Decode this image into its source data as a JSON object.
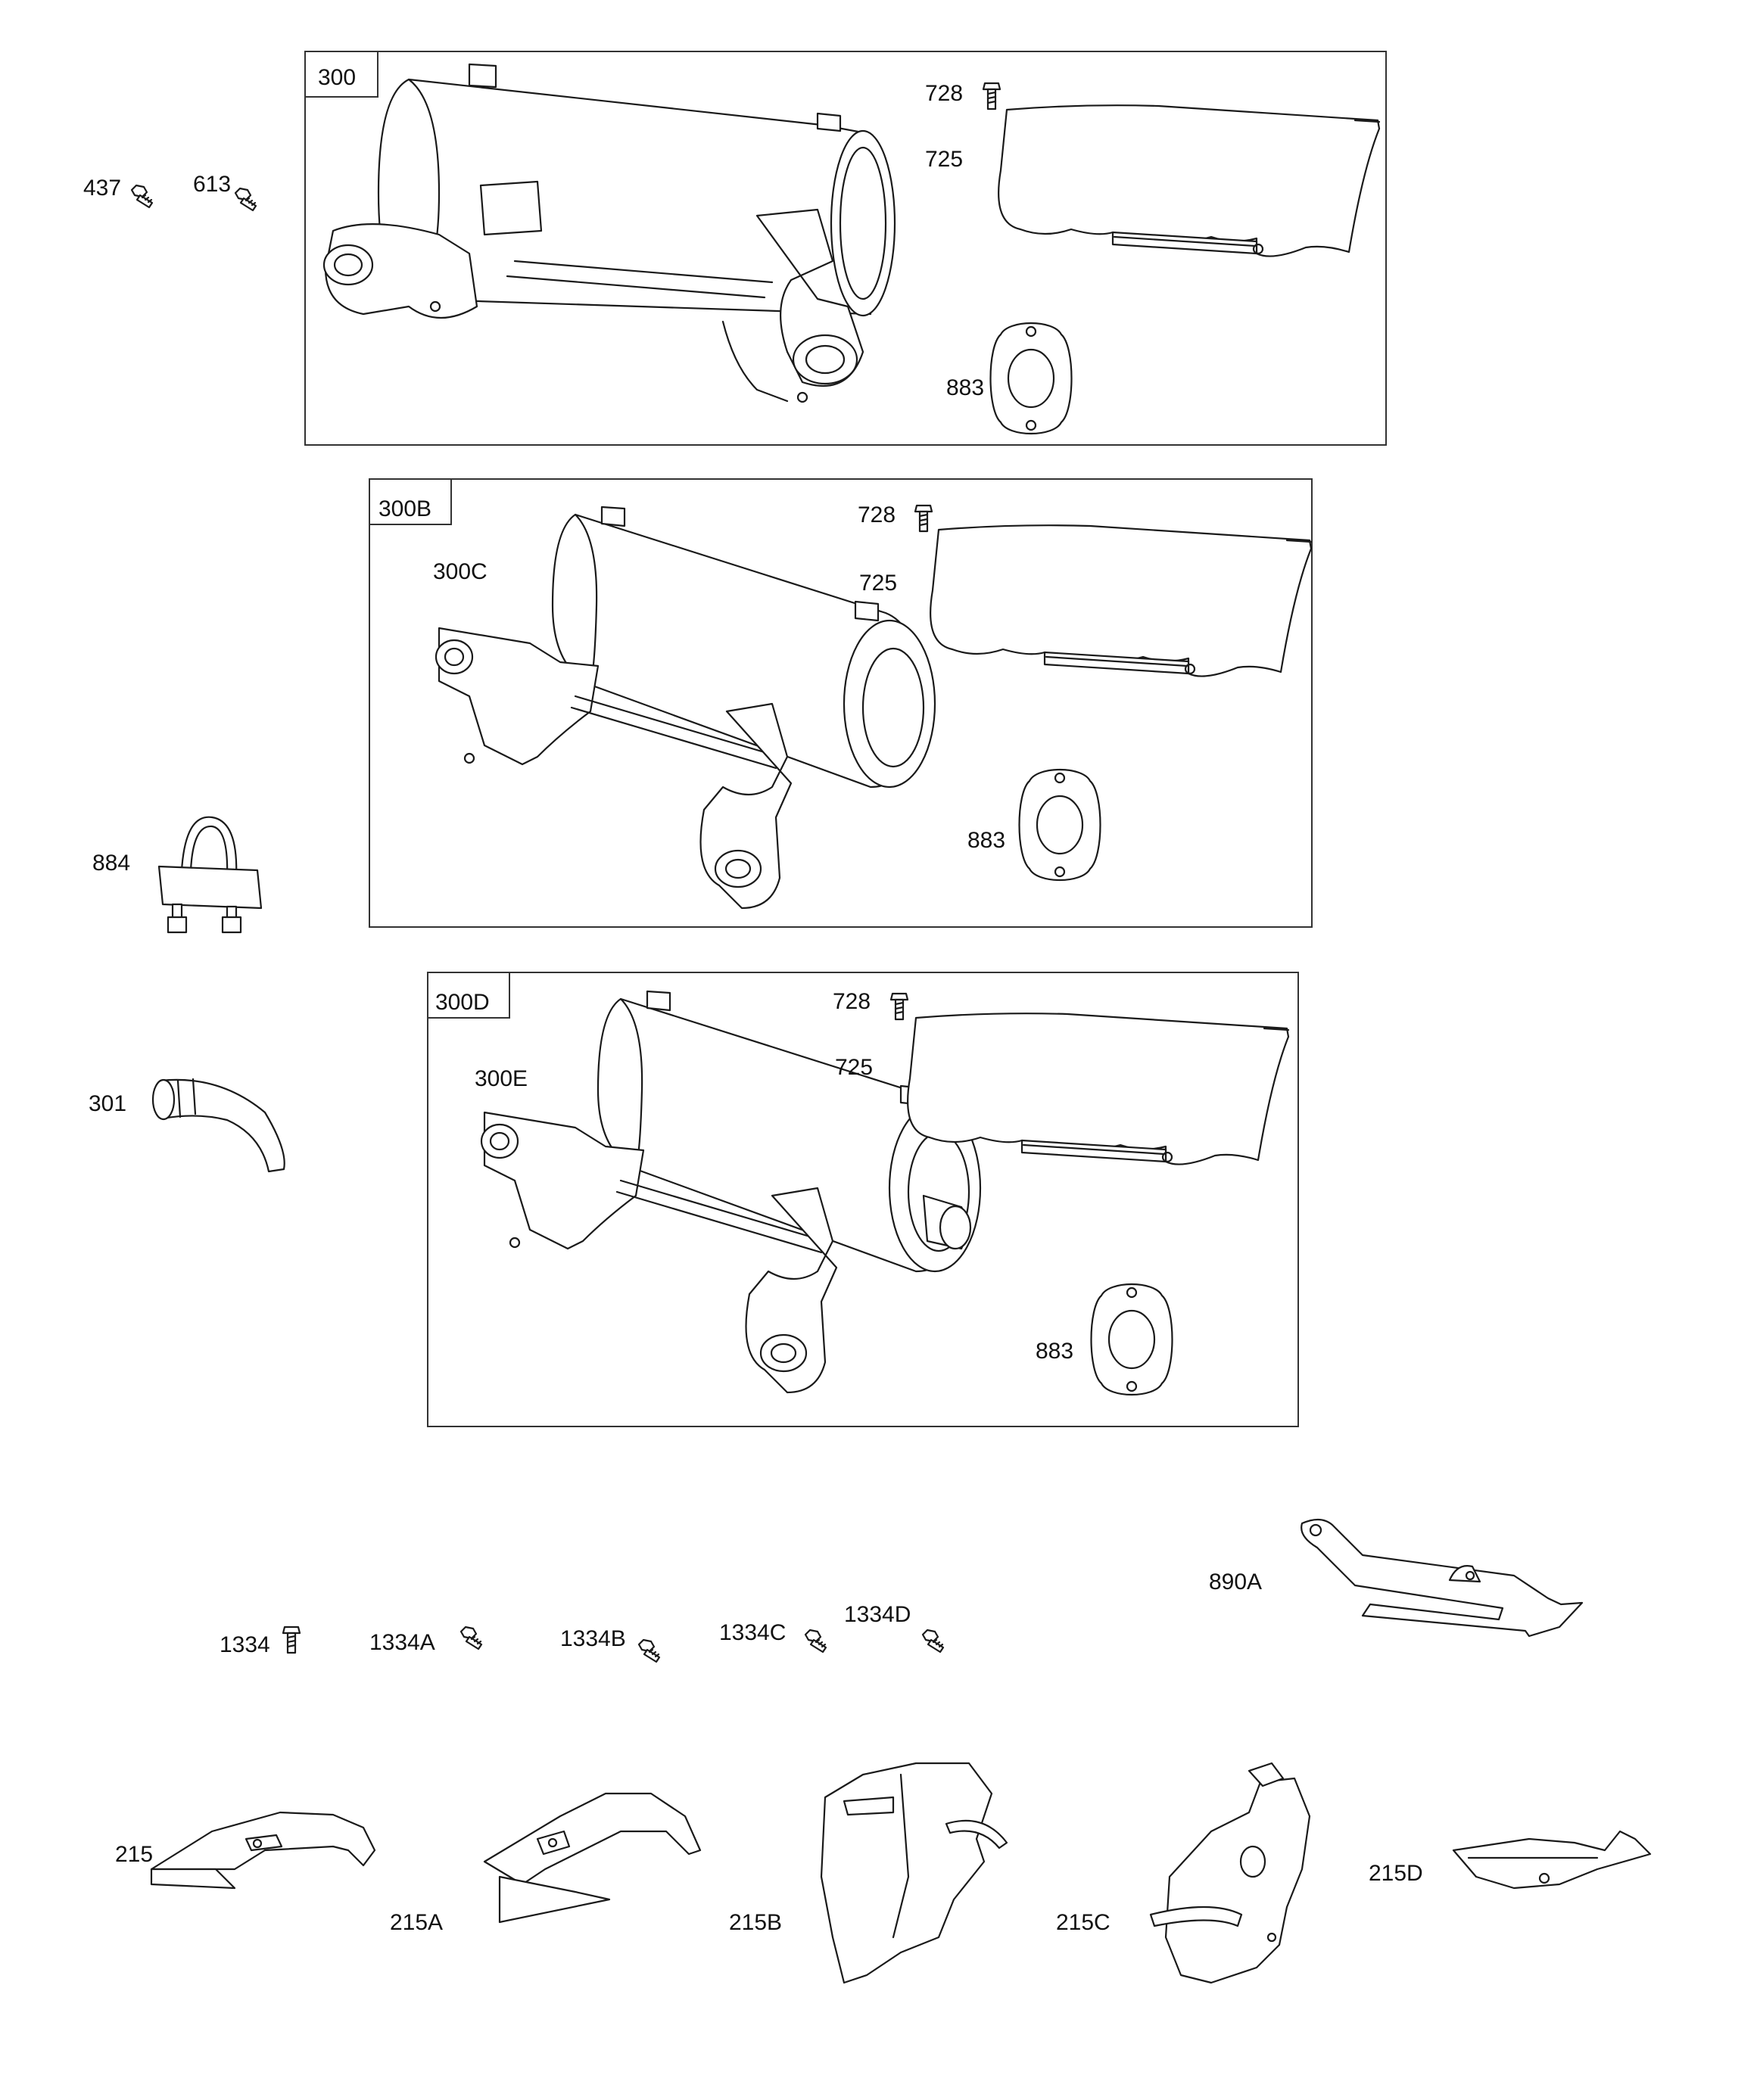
{
  "sections": {
    "s300": {
      "label": "300",
      "labels": [
        "728",
        "725",
        "883"
      ]
    },
    "s300b": {
      "label": "300B",
      "labels": [
        "300C",
        "728",
        "725",
        "883"
      ]
    },
    "s300d": {
      "label": "300D",
      "labels": [
        "300E",
        "728",
        "725",
        "883"
      ]
    }
  },
  "loose_parts": [
    "437",
    "613",
    "884",
    "301",
    "1334",
    "1334A",
    "1334B",
    "1334C",
    "1334D",
    "890A",
    "215",
    "215A",
    "215B",
    "215C",
    "215D"
  ]
}
